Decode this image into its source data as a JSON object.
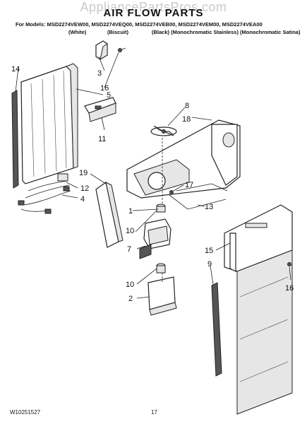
{
  "watermark": "AppliancePartsPros.com",
  "title": "AIR FLOW PARTS",
  "models_line": "For Models: MSD2274VEW00, MSD2274VEQ00, MSD2274VEB00, MSD2274VEM00, MSD2274VEA00",
  "finishes": [
    "(White)",
    "(Biscuit)",
    "(Black) (Monochromatic Stainless) (Monochromatic Satina)"
  ],
  "callouts": {
    "c14": "14",
    "c5": "5",
    "c3": "3",
    "c16a": "16",
    "c11": "11",
    "c8": "8",
    "c18": "18",
    "c19": "19",
    "c12": "12",
    "c4": "4",
    "c17": "17",
    "c13": "13",
    "c1": "1",
    "c10a": "10",
    "c7": "7",
    "c15": "15",
    "c9": "9",
    "c10b": "10",
    "c2": "2",
    "c16b": "16"
  },
  "footer": {
    "doc_number": "W10251527",
    "page": "17"
  }
}
